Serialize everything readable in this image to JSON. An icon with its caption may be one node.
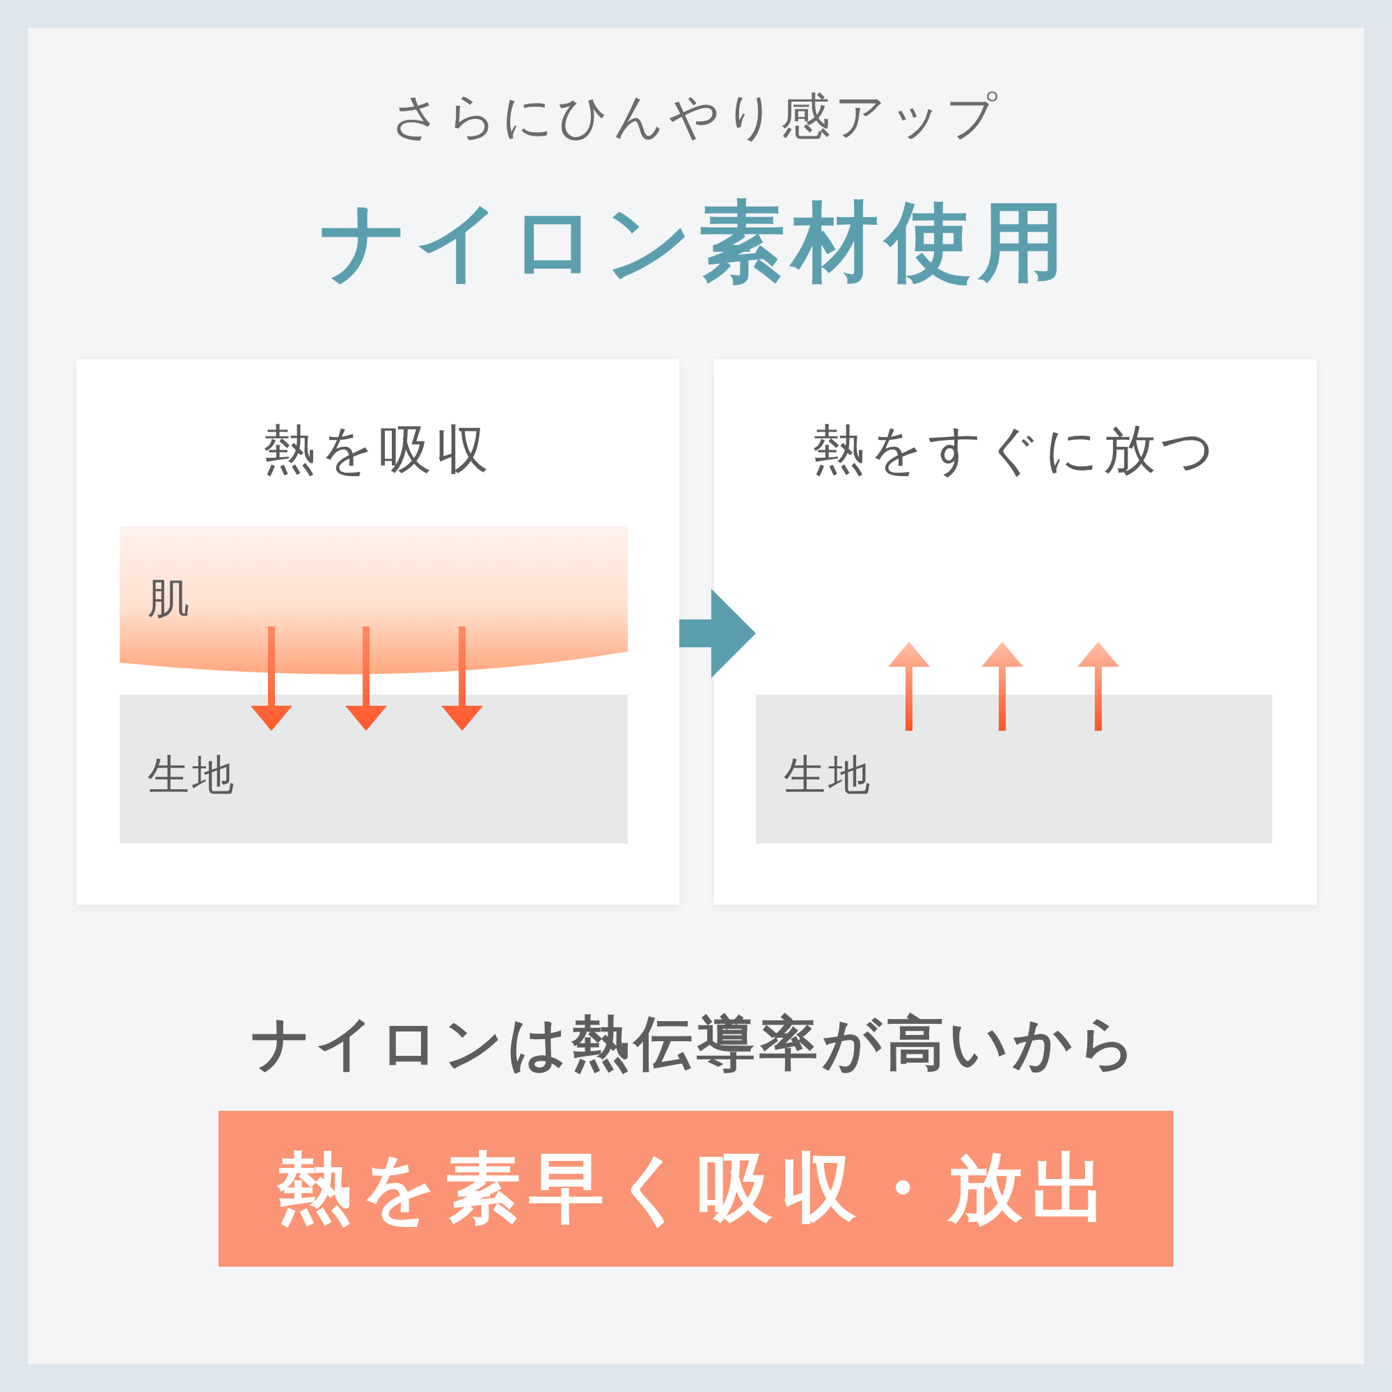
{
  "diagram": {
    "title": "ナイロン素材使用",
    "nodes": [
      {
        "text": [
          "熱を吸収"
        ]
      },
      {
        "text": [
          "肌"
        ],
        "in": 0
      },
      {
        "text": [
          "生地"
        ],
        "in": 0
      },
      {
        "text": [
          "熱をすぐに放つ"
        ]
      },
      {
        "text": [
          "生地"
        ],
        "in": 3
      },
      {
        "text": [
          "熱を素早く吸収・放出"
        ]
      }
    ],
    "edges": [
      {
        "from": 0,
        "to": 3,
        "arrow": "to"
      },
      {
        "from": 1,
        "to": 2,
        "arrow": "to"
      },
      {
        "from": 1,
        "to": 2,
        "arrow": "to"
      },
      {
        "from": 1,
        "to": 2,
        "arrow": "to"
      }
    ],
    "labels": [
      "さらにひんやり感アップ",
      "ナイロンは熱伝導率が高いから"
    ]
  }
}
